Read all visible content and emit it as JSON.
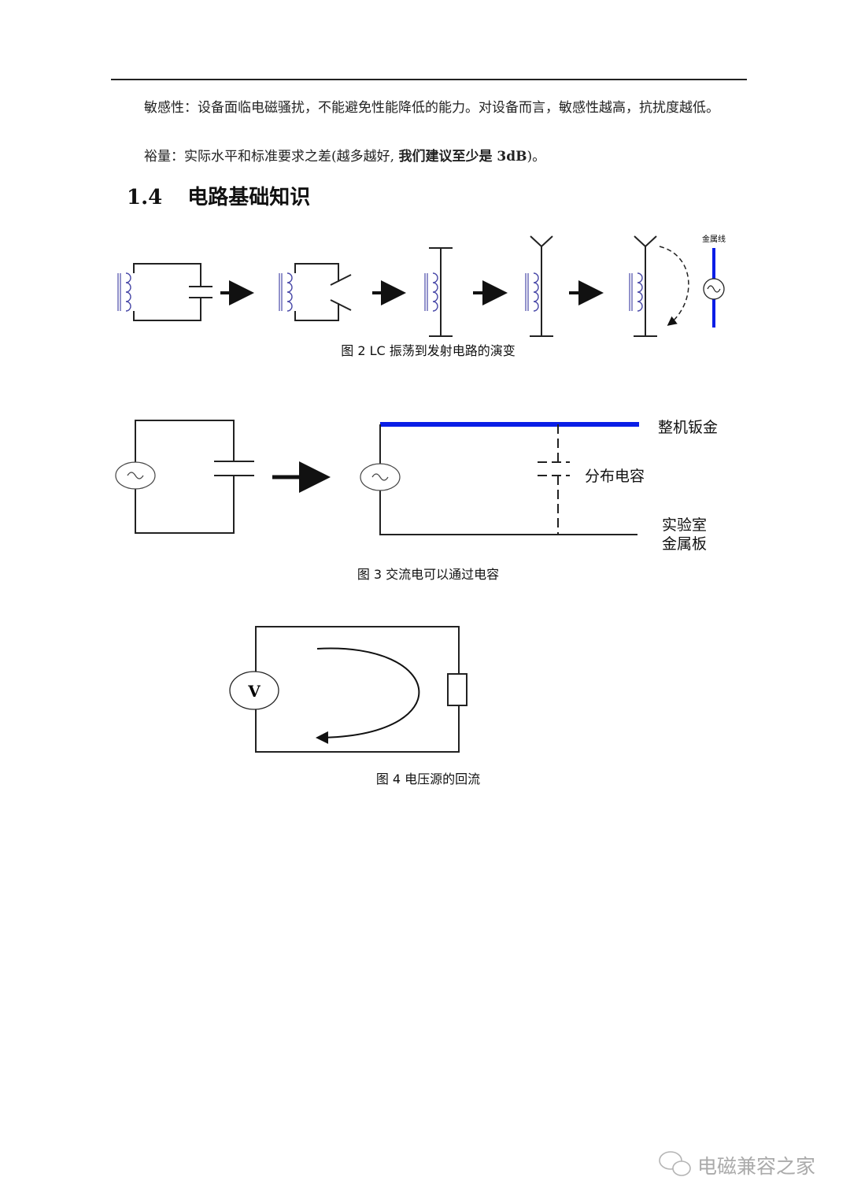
{
  "paragraphs": {
    "p1": "敏感性：设备面临电磁骚扰，不能避免性能降低的能力。对设备而言，敏感性越高，抗扰度越低。",
    "p2_normal": "裕量：实际水平和标准要求之差(越多越好, ",
    "p2_bold": "我们建议至少是 3dB",
    "p2_end": ")。"
  },
  "section": {
    "number": "1.4",
    "title": "电路基础知识"
  },
  "figure2": {
    "caption": "图 2  LC 振荡到发射电路的演变",
    "wire_label": "金属线"
  },
  "figure3": {
    "caption": "图 3 交流电可以通过电容",
    "chassis_label": "整机钣金",
    "cap_label": "分布电容",
    "plate_label_1": "实验室",
    "plate_label_2": "金属板"
  },
  "figure4": {
    "caption": "图 4  电压源的回流",
    "meter_label": "V"
  },
  "watermark": {
    "text": "电磁兼容之家"
  },
  "colors": {
    "accent_blue": "#0a1ee6",
    "coil": "#4a4aa8"
  }
}
